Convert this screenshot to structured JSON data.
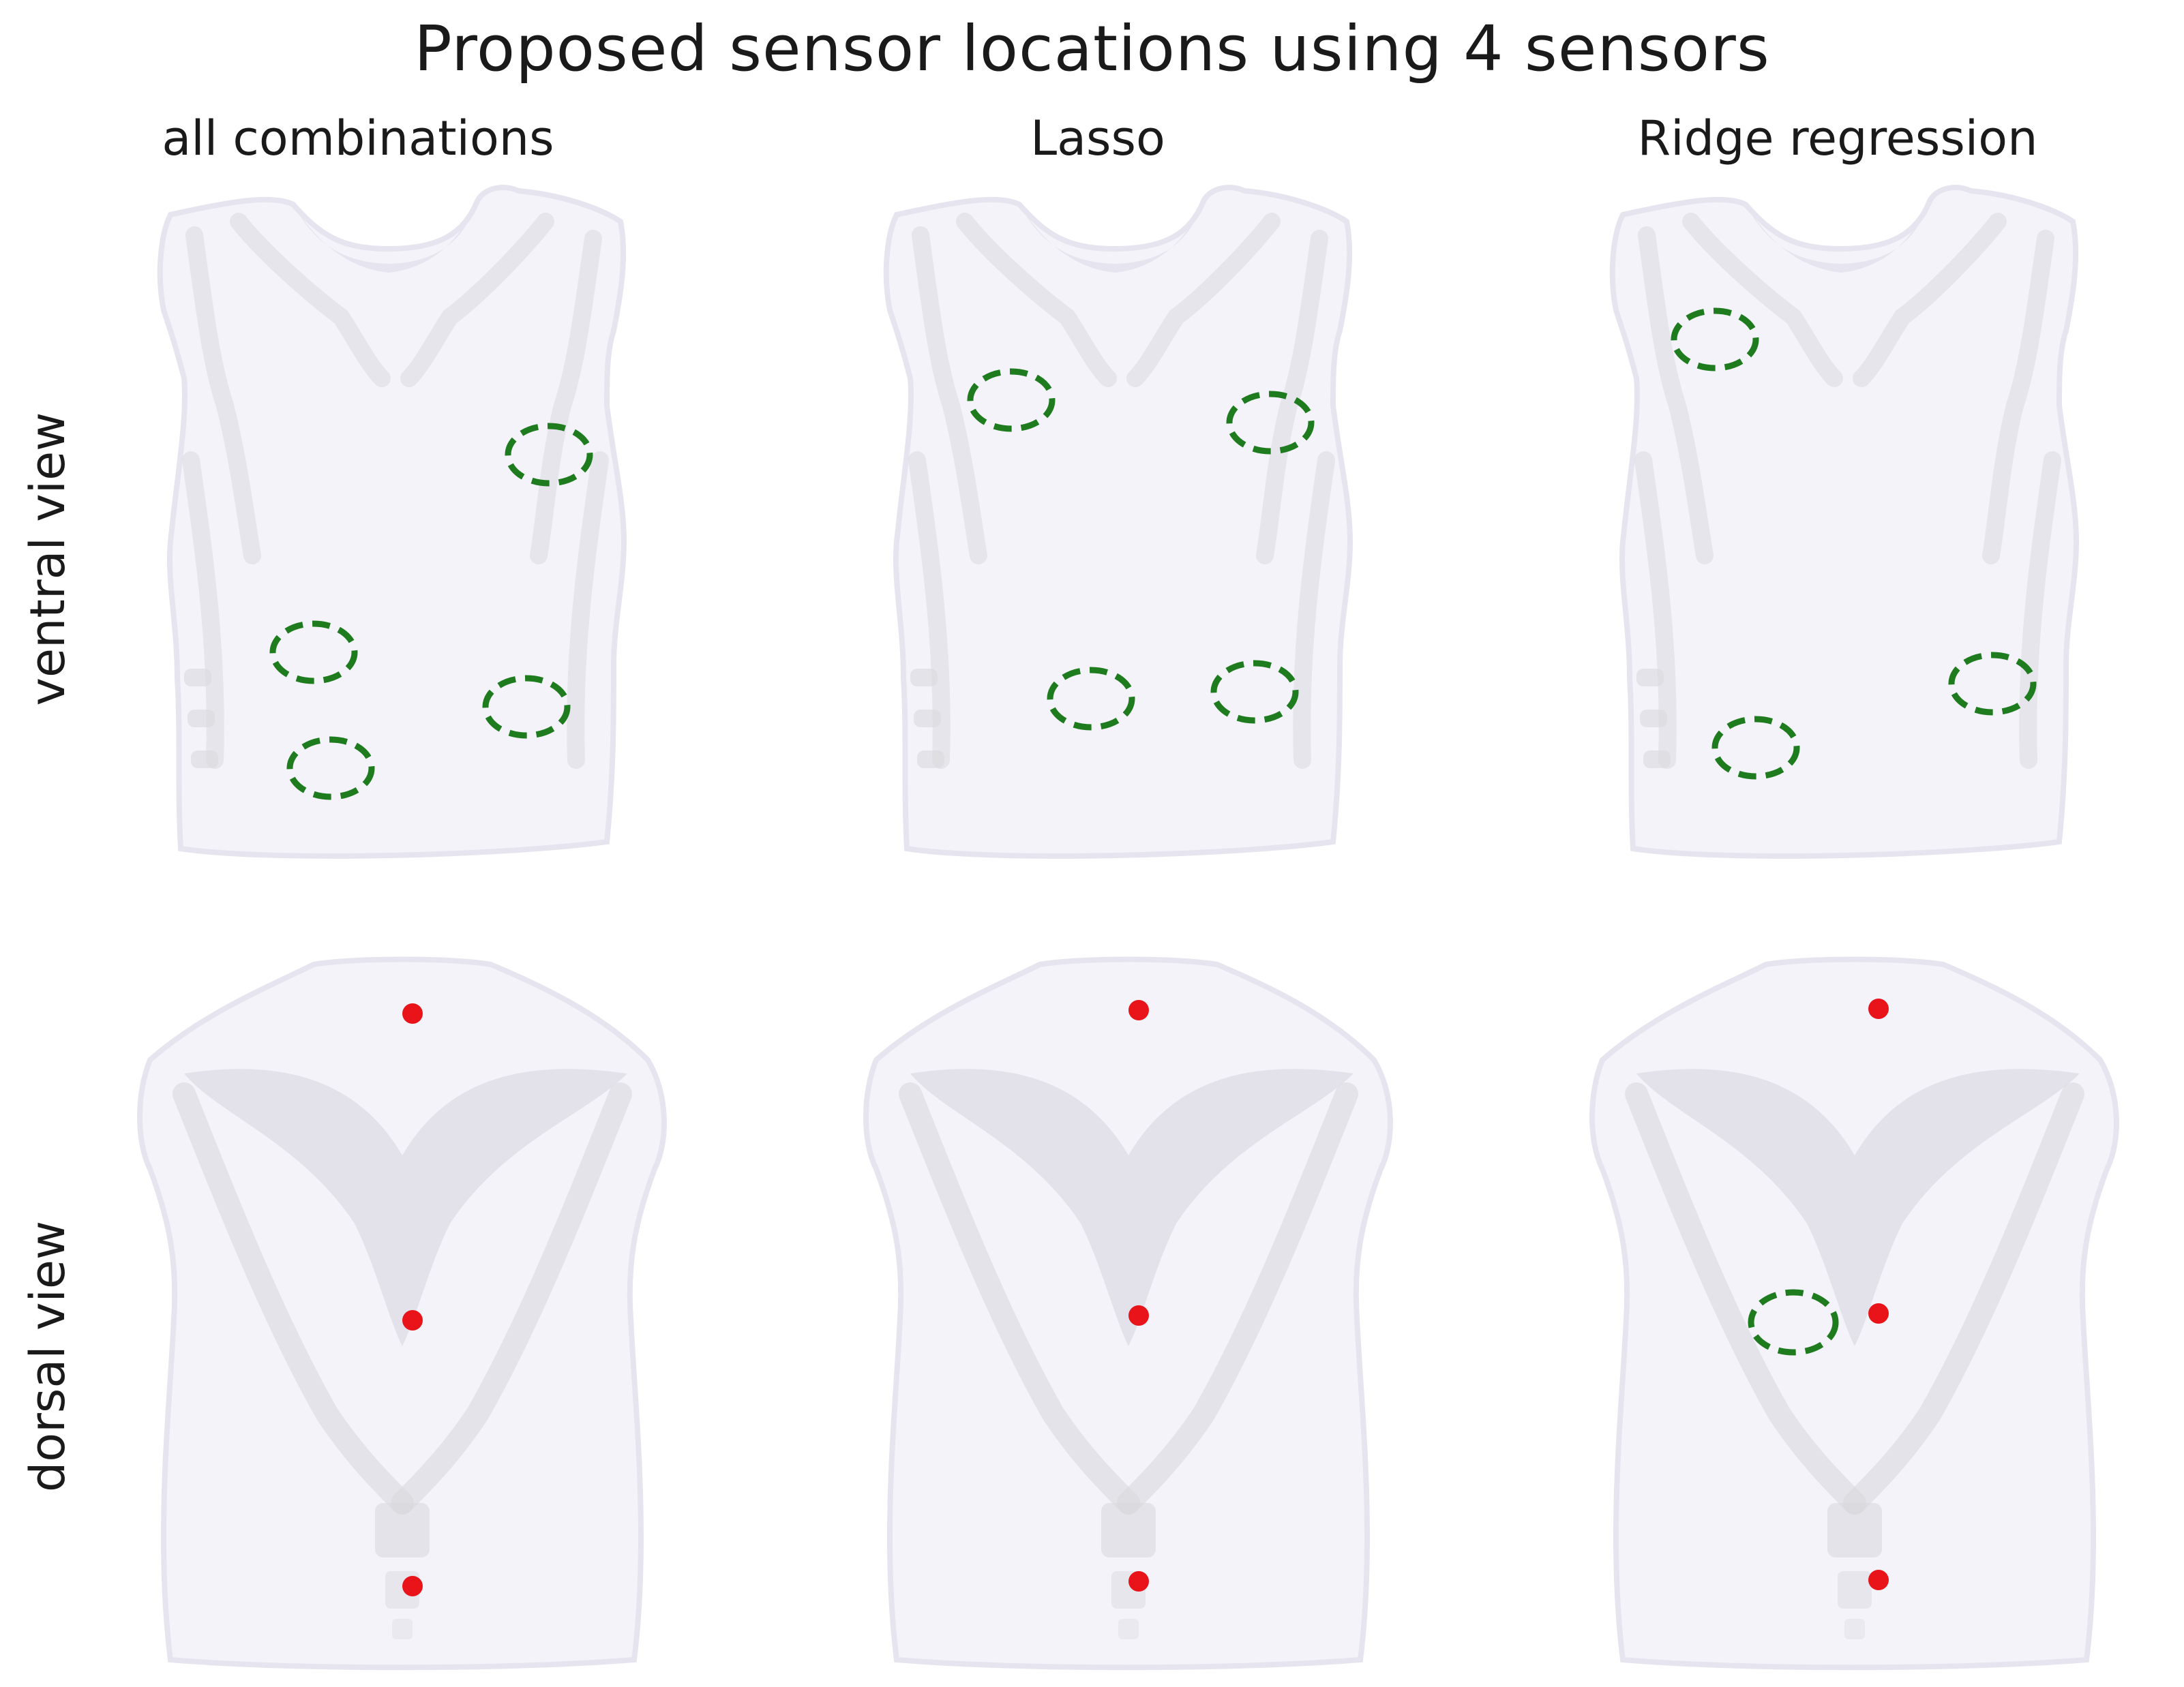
{
  "title": "Proposed sensor locations using 4 sensors",
  "column_labels": [
    "all combinations",
    "Lasso",
    "Ridge regression"
  ],
  "row_labels": [
    "ventral view",
    "dorsal view"
  ],
  "colors": {
    "shirt": "#f4f3fa",
    "shirt_shade": "#e6e5ef",
    "seam": "#d9d9de",
    "mesh": "#cfcfd6",
    "proposed_sensor_marker": "#1e7b1e",
    "fixed_sensor_marker": "#e8141a"
  },
  "legend_semantics": {
    "green_dashed_ellipse": "proposed sensor location",
    "red_dot": "fixed sensor"
  }
}
